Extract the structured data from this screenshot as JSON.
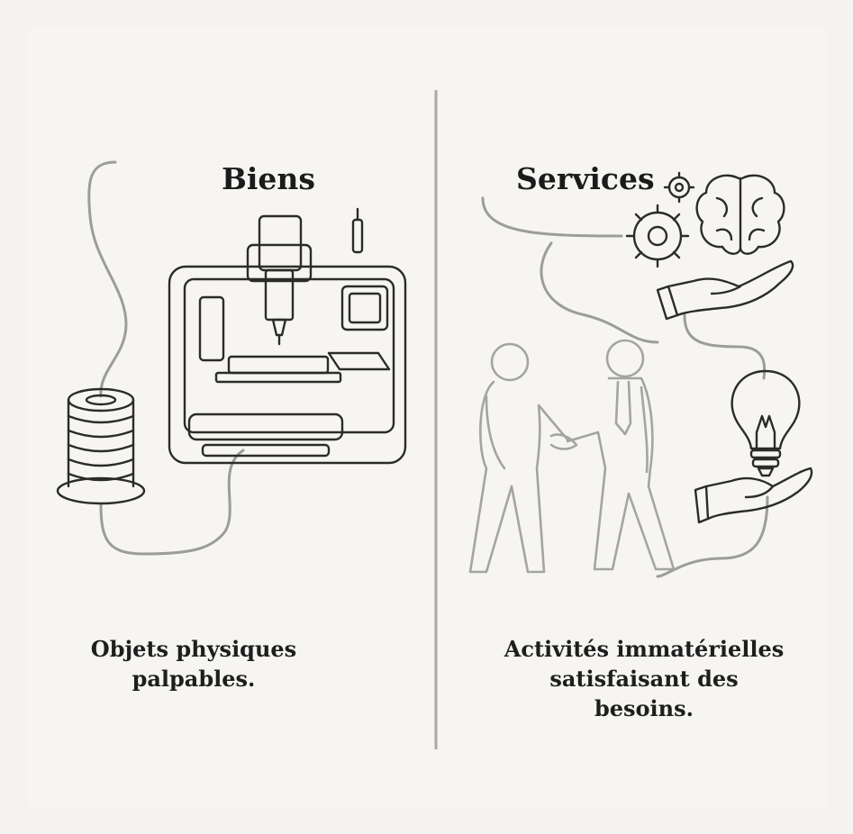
{
  "left": {
    "title": "Biens",
    "caption_line1": "Objets physiques",
    "caption_line2": "palpables."
  },
  "right": {
    "title": "Services",
    "caption_line1": "Activités immatérielles",
    "caption_line2": "satisfaisant des",
    "caption_line3": "besoins."
  },
  "icons": {
    "left": [
      "cnc-machine-icon",
      "cable-spool-icon"
    ],
    "right": [
      "gears-icon",
      "brain-icon",
      "giving-hand-icon",
      "handshake-people-icon",
      "lightbulb-icon",
      "open-hand-icon"
    ]
  },
  "colors": {
    "background": "#f4f3f0",
    "ink": "#2b2b2b",
    "line": "#9c9c98"
  }
}
